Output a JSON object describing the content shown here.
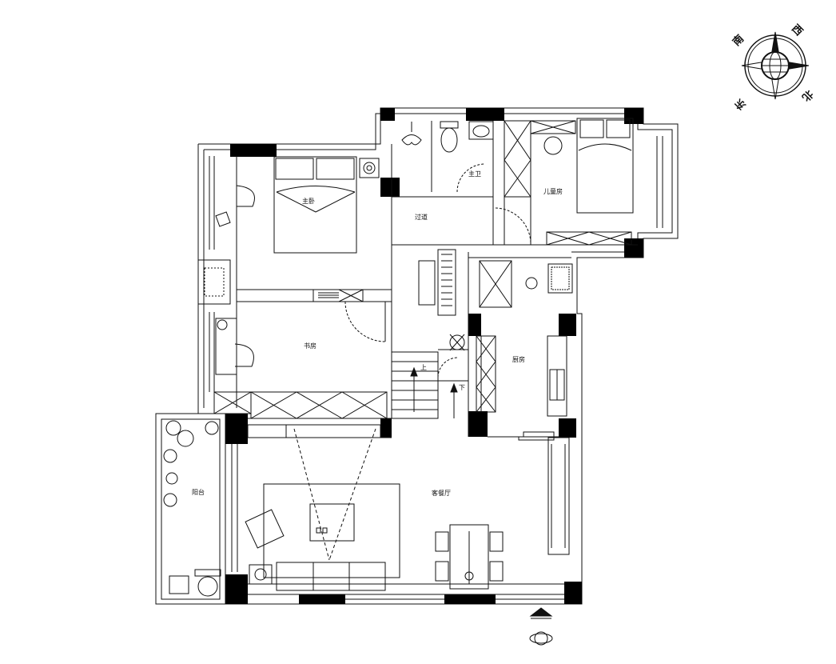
{
  "rooms": {
    "master_bedroom": "主卧",
    "master_bath": "主卫",
    "kids_room": "儿童房",
    "corridor": "过道",
    "study": "书房",
    "kitchen": "厨房",
    "balcony": "阳台",
    "living_dining": "客餐厅"
  },
  "stairs": {
    "up": "上",
    "down": "下"
  },
  "compass": {
    "north": "北",
    "south": "南",
    "east": "东",
    "west": "西"
  },
  "colors": {
    "ink": "#111111",
    "wall_fill": "#000000",
    "background": "#ffffff"
  }
}
